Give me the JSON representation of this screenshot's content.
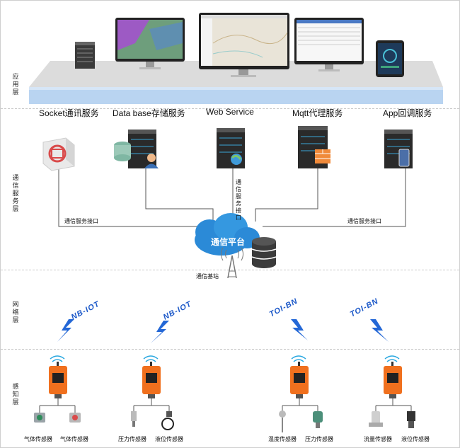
{
  "layers": {
    "application": "应用层",
    "communication": "通信服务层",
    "network": "网络层",
    "perception": "感知层"
  },
  "services": [
    {
      "label": "Socket通讯服务"
    },
    {
      "label": "Data base存储服务"
    },
    {
      "label": "Web Service"
    },
    {
      "label": "Mqtt代理服务"
    },
    {
      "label": "App回调服务"
    }
  ],
  "interfaces": {
    "left": "通信服务接口",
    "right": "通信服务接口",
    "center": "通信服务接口"
  },
  "platform": {
    "label": "通信平台",
    "base_station": "通信基站"
  },
  "protocols": {
    "p1": "NB-IOT",
    "p2": "NB-IOT",
    "p3": "TOI-BN",
    "p4": "TOI-BN"
  },
  "sensors": [
    "气体传感器",
    "气体传感器",
    "压力传感器",
    "液位传感器",
    "温度传感器",
    "压力传感器",
    "流量传感器",
    "液位传感器"
  ],
  "colors": {
    "platform_top": "#d9d9d9",
    "platform_front": "#bcd6f2",
    "cloud": "#2b8ad7",
    "device_orange": "#f0701e",
    "lightning": "#2367d6",
    "wifi": "#2aa8e0"
  }
}
